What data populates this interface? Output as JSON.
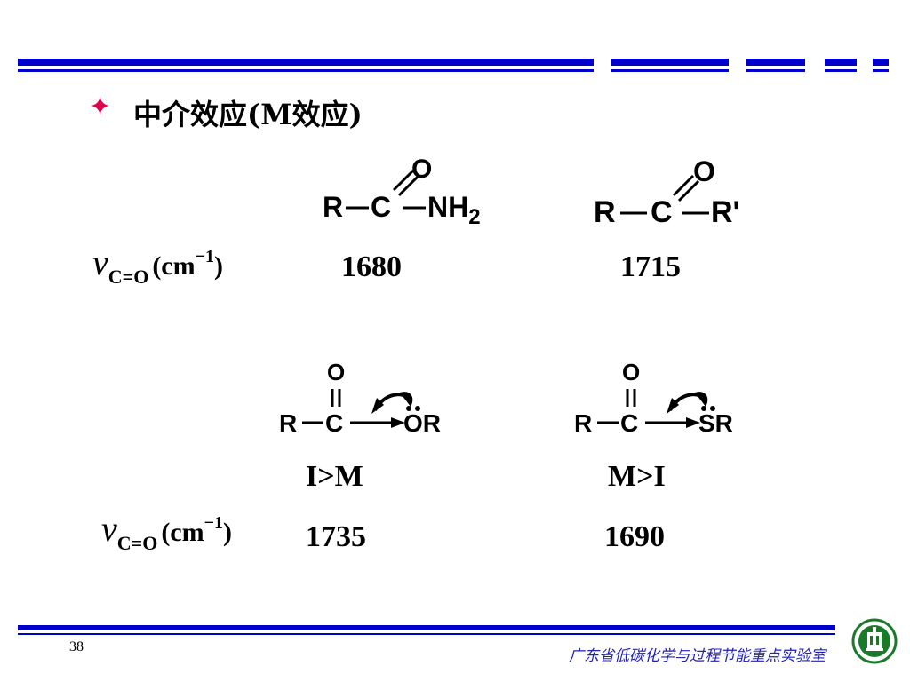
{
  "slide": {
    "title": "中介效应(M效应)",
    "bullet_icon": "four-point-star-icon",
    "page_number": "38",
    "footer_text": "广东省低碳化学与过程节能重点实验室",
    "logo_icon": "lab-seal-logo",
    "accent_color": "#0000cc"
  },
  "nu_label": {
    "symbol": "ν",
    "subscript": "C=O",
    "unit_open": "(cm",
    "unit_exp": "−1",
    "unit_close": ")"
  },
  "structures": {
    "amide": {
      "R": "R",
      "C": "C",
      "O": "O",
      "sub": "NH",
      "sub2": "2",
      "value": "1680"
    },
    "ketone": {
      "R": "R",
      "C": "C",
      "O": "O",
      "sub": "R'",
      "value": "1715"
    },
    "ester": {
      "R": "R",
      "C": "C",
      "O": "O",
      "sub": "OR",
      "effect": "I>M",
      "value": "1735"
    },
    "thioester": {
      "R": "R",
      "C": "C",
      "O": "O",
      "sub": "SR",
      "effect": "M>I",
      "value": "1690"
    }
  }
}
